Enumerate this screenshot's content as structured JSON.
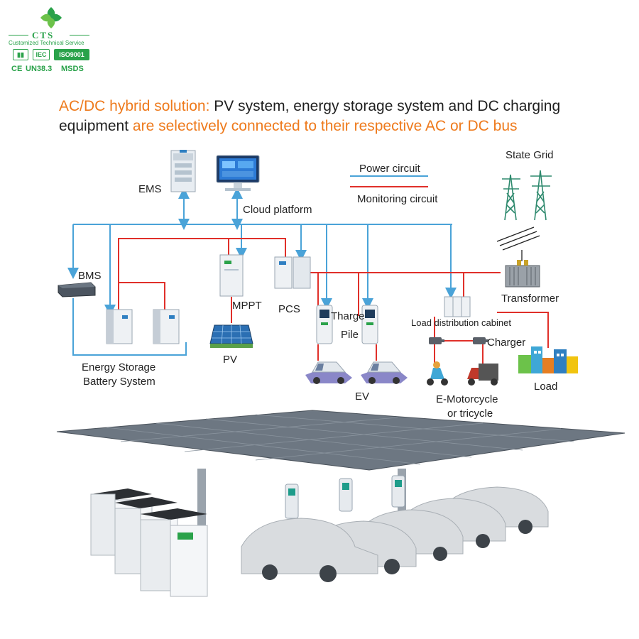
{
  "logo": {
    "brand": "CTS",
    "tagline": "Customized Technical Service",
    "badges": [
      "IEC",
      "ISO9001"
    ],
    "certs": [
      "CE",
      "UN38.3",
      "MSDS"
    ]
  },
  "headline": {
    "part1": "AC/DC hybrid solution:",
    "part2": " PV system, energy storage system and DC charging equipment",
    "part3": " are selectively connected to their respective AC or DC bus"
  },
  "legend": {
    "power": "Power circuit",
    "monitoring": "Monitoring circuit"
  },
  "labels": {
    "ems": "EMS",
    "cloud": "Cloud platform",
    "state_grid": "State Grid",
    "bms": "BMS",
    "mppt": "MPPT",
    "pcs": "PCS",
    "charge_pile_1": "Tharge",
    "charge_pile_2": "Pile",
    "transformer": "Transformer",
    "load_cabinet": "Load distribution cabinet",
    "charger": "Charger",
    "ess_1": "Energy Storage",
    "ess_2": "Battery System",
    "pv": "PV",
    "ev": "EV",
    "emoto_1": "E-Motorcycle",
    "emoto_2": "or tricycle",
    "load": "Load"
  },
  "colors": {
    "power": "#4aa3d8",
    "monitoring": "#e0302a",
    "accent": "#ee7a1c",
    "brand": "#2aa24a"
  }
}
